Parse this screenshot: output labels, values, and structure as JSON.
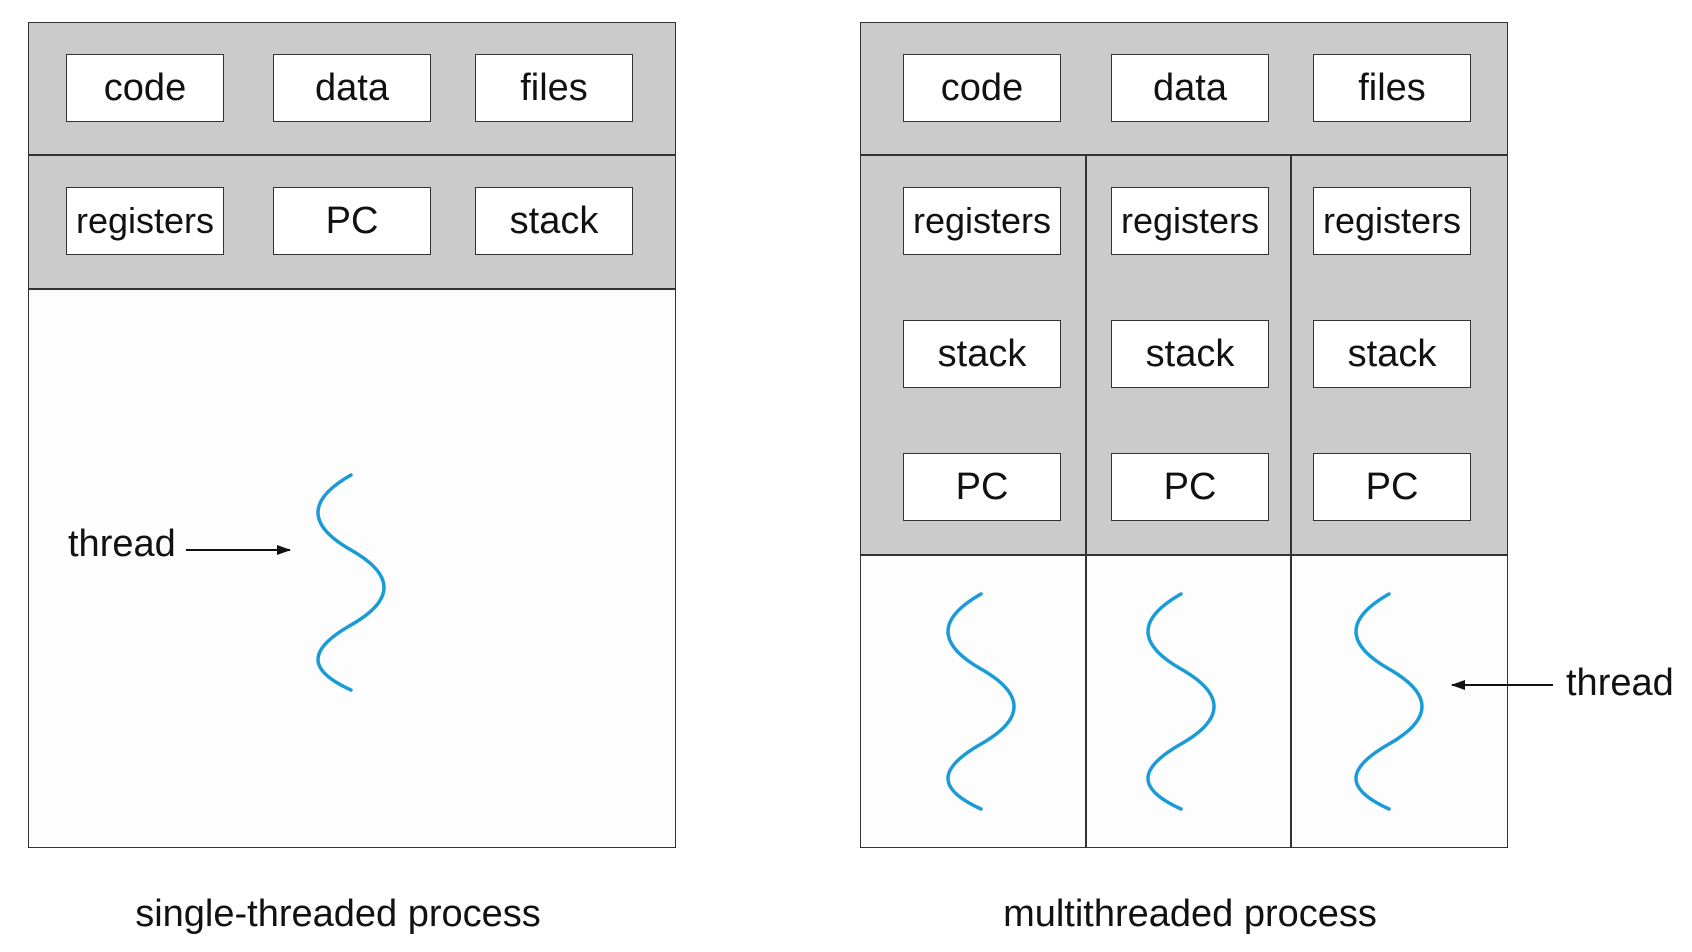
{
  "single": {
    "caption": "single-threaded process",
    "shared": [
      "code",
      "data",
      "files"
    ],
    "thread_state": [
      "registers",
      "PC",
      "stack"
    ],
    "thread_label": "thread"
  },
  "multi": {
    "caption": "multithreaded process",
    "shared": [
      "code",
      "data",
      "files"
    ],
    "threads": [
      {
        "registers": "registers",
        "stack": "stack",
        "pc": "PC"
      },
      {
        "registers": "registers",
        "stack": "stack",
        "pc": "PC"
      },
      {
        "registers": "registers",
        "stack": "stack",
        "pc": "PC"
      }
    ],
    "thread_label": "thread"
  },
  "colors": {
    "thread_wave": "#1a9bd7",
    "shared_bg": "#cbcbcb",
    "border": "#333333"
  }
}
